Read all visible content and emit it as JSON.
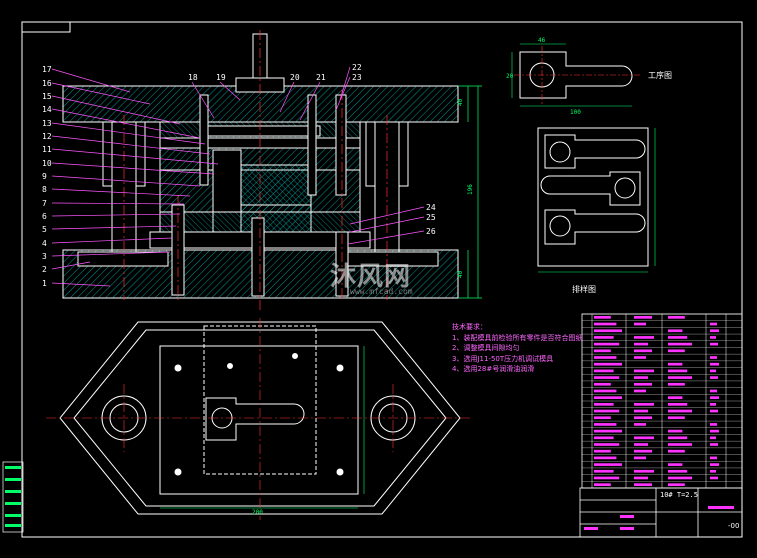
{
  "drawing": {
    "part_labels": [
      "1",
      "2",
      "3",
      "4",
      "5",
      "6",
      "7",
      "8",
      "9",
      "10",
      "11",
      "12",
      "13",
      "14",
      "15",
      "16",
      "17",
      "18",
      "19",
      "20",
      "21",
      "22",
      "23",
      "24",
      "25",
      "26"
    ],
    "workpiece_label": "工序图",
    "strip_label": "排样图",
    "notes": [
      "技术要求：",
      "1、装配模具前检验所有零件是否符合图纸",
      "2、调整模具间隙均匀",
      "3、选用J11-50T压力机调试模具",
      "4、选用28#号润滑油润滑"
    ],
    "title_block_text": "10# T=2.5",
    "drawing_no": "-00",
    "watermark": "沐风网",
    "watermark_url": "www.mfcad.com",
    "dims": {
      "top_w": "46",
      "top_h": "20",
      "strip_len": "100",
      "height_total": "196",
      "height_top": "40",
      "height_bot": "40",
      "bottom_w": "200"
    }
  },
  "colors": {
    "line": "#ffffff",
    "center": "#ff3030",
    "hatch": "#00cccc",
    "dim": "#00ff66",
    "leader": "#ff55ff",
    "table": "#ff33ff"
  }
}
